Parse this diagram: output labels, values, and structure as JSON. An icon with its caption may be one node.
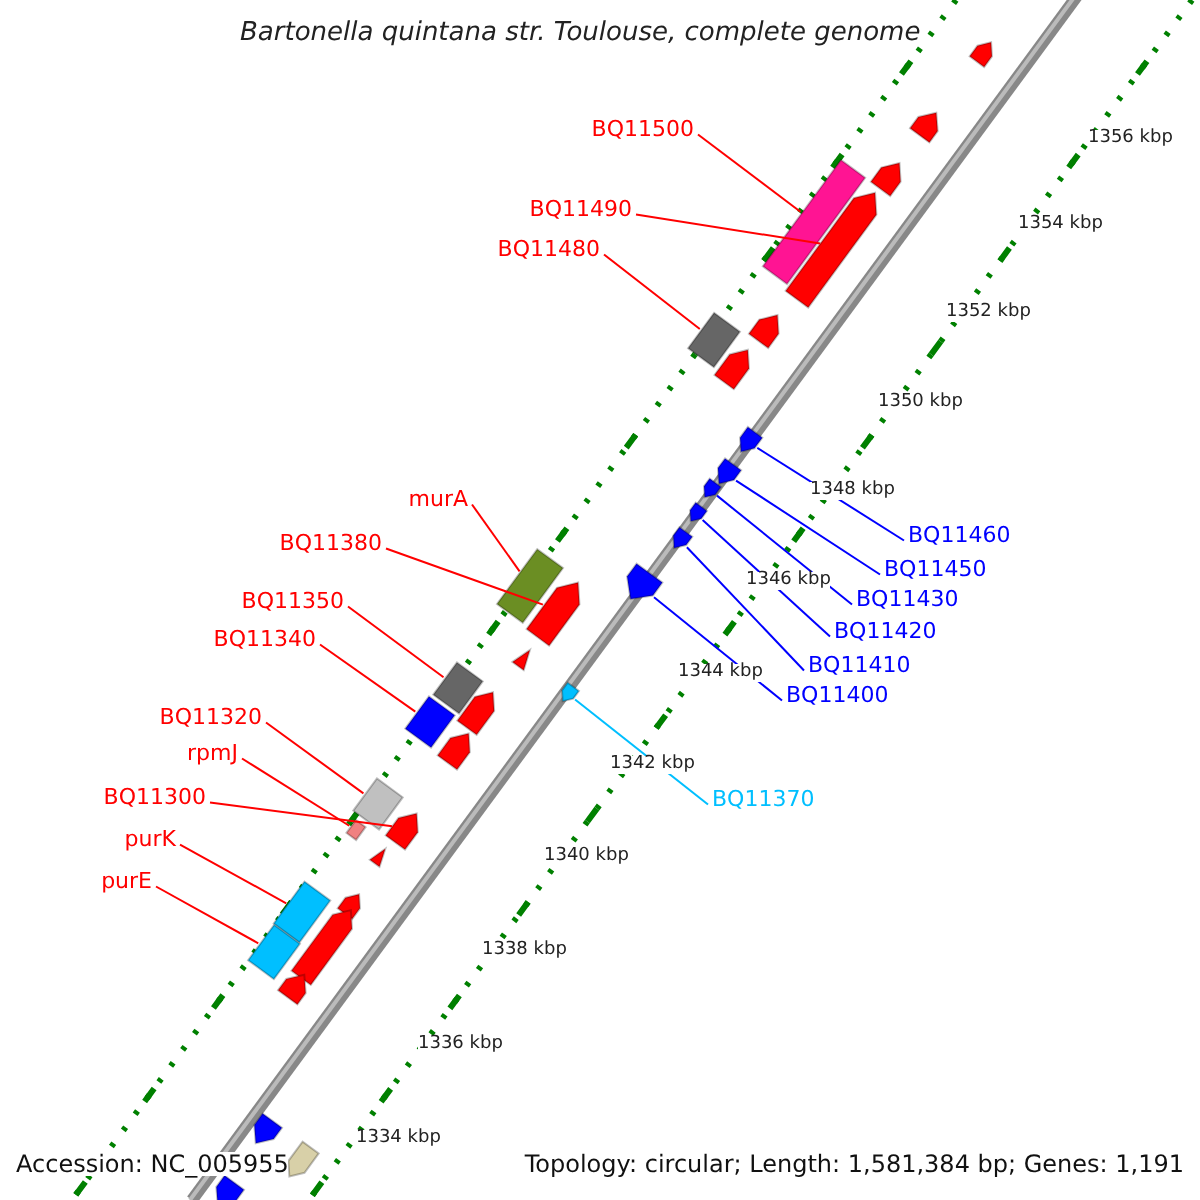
{
  "diagram": {
    "title": "Bartonella quintana str. Toulouse, complete genome",
    "nodes": [
      {
        "text": [
          "BQ11500"
        ]
      },
      {
        "text": [],
        "shape": "box"
      },
      {
        "text": [
          "BQ11490"
        ]
      },
      {
        "text": [],
        "shape": "arrow"
      },
      {
        "text": [
          "BQ11480"
        ]
      },
      {
        "text": [],
        "shape": "box"
      },
      {
        "text": [
          "murA"
        ]
      },
      {
        "text": [],
        "shape": "box"
      },
      {
        "text": [
          "BQ11380"
        ]
      },
      {
        "text": [],
        "shape": "arrow"
      },
      {
        "text": [
          "BQ11350"
        ]
      },
      {
        "text": [],
        "shape": "box"
      },
      {
        "text": [
          "BQ11340"
        ]
      },
      {
        "text": [],
        "shape": "box"
      },
      {
        "text": [
          "BQ11320"
        ]
      },
      {
        "text": [],
        "shape": "box"
      },
      {
        "text": [
          "rpmJ"
        ]
      },
      {
        "text": [],
        "shape": "box"
      },
      {
        "text": [
          "BQ11300"
        ]
      },
      {
        "text": [],
        "shape": "arrow"
      },
      {
        "text": [
          "purK"
        ]
      },
      {
        "text": [],
        "shape": "box"
      },
      {
        "text": [
          "purE"
        ]
      },
      {
        "text": [],
        "shape": "box"
      },
      {
        "text": [
          "BQ11460"
        ]
      },
      {
        "text": [],
        "shape": "arrow"
      },
      {
        "text": [
          "BQ11450"
        ]
      },
      {
        "text": [],
        "shape": "arrow"
      },
      {
        "text": [
          "BQ11430"
        ]
      },
      {
        "text": [],
        "shape": "arrow"
      },
      {
        "text": [
          "BQ11420"
        ]
      },
      {
        "text": [],
        "shape": "arrow"
      },
      {
        "text": [
          "BQ11410"
        ]
      },
      {
        "text": [],
        "shape": "arrow"
      },
      {
        "text": [
          "BQ11400"
        ]
      },
      {
        "text": [],
        "shape": "arrow"
      },
      {
        "text": [
          "BQ11370"
        ]
      },
      {
        "text": [],
        "shape": "arrow"
      },
      {
        "text": [],
        "shape": "arrow"
      },
      {
        "text": [],
        "shape": "arrow"
      },
      {
        "text": [],
        "shape": "arrow"
      },
      {
        "text": [],
        "shape": "arrow"
      },
      {
        "text": [],
        "shape": "arrow"
      },
      {
        "text": [],
        "shape": "triangle"
      },
      {
        "text": [],
        "shape": "arrow"
      },
      {
        "text": [],
        "shape": "arrow"
      },
      {
        "text": [],
        "shape": "triangle"
      },
      {
        "text": [],
        "shape": "arrow"
      },
      {
        "text": [],
        "shape": "arrow"
      },
      {
        "text": [],
        "shape": "arrow"
      },
      {
        "text": [],
        "shape": "arrow"
      },
      {
        "text": [],
        "shape": "arrow"
      },
      {
        "text": [],
        "shape": "arrow"
      }
    ],
    "edges": [
      {
        "from": 0,
        "to": 1,
        "arrow": "none"
      },
      {
        "from": 2,
        "to": 3,
        "arrow": "none"
      },
      {
        "from": 4,
        "to": 5,
        "arrow": "none"
      },
      {
        "from": 6,
        "to": 7,
        "arrow": "none"
      },
      {
        "from": 8,
        "to": 9,
        "arrow": "none"
      },
      {
        "from": 10,
        "to": 11,
        "arrow": "none"
      },
      {
        "from": 12,
        "to": 13,
        "arrow": "none"
      },
      {
        "from": 14,
        "to": 15,
        "arrow": "none"
      },
      {
        "from": 16,
        "to": 17,
        "arrow": "none"
      },
      {
        "from": 18,
        "to": 19,
        "arrow": "none"
      },
      {
        "from": 20,
        "to": 21,
        "arrow": "none"
      },
      {
        "from": 22,
        "to": 23,
        "arrow": "none"
      },
      {
        "from": 24,
        "to": 25,
        "arrow": "none",
        "color": "#0000ff"
      },
      {
        "from": 26,
        "to": 27,
        "arrow": "none",
        "color": "#0000ff"
      },
      {
        "from": 28,
        "to": 29,
        "arrow": "none",
        "color": "#0000ff"
      },
      {
        "from": 30,
        "to": 31,
        "arrow": "none",
        "color": "#0000ff"
      },
      {
        "from": 32,
        "to": 33,
        "arrow": "none",
        "color": "#0000ff"
      },
      {
        "from": 34,
        "to": 35,
        "arrow": "none",
        "color": "#0000ff"
      },
      {
        "from": 36,
        "to": 37,
        "arrow": "none",
        "color": "#00bfff"
      }
    ],
    "labels": [
      "1356 kbp",
      "1354 kbp",
      "1352 kbp",
      "1350 kbp",
      "1348 kbp",
      "1346 kbp",
      "1344 kbp",
      "1342 kbp",
      "1340 kbp",
      "1338 kbp",
      "1336 kbp",
      "1334 kbp",
      "Accession: NC_005955",
      "Topology: circular; Length: 1,581,384 bp; Genes: 1,191"
    ]
  }
}
